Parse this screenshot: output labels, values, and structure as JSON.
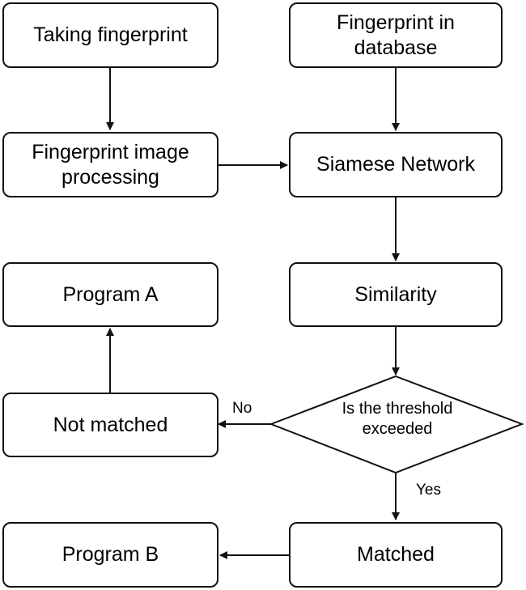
{
  "nodes": {
    "taking_fingerprint": "Taking fingerprint",
    "fingerprint_in_database": "Fingerprint in\ndatabase",
    "image_processing": "Fingerprint image\nprocessing",
    "siamese_network": "Siamese Network",
    "program_a": "Program A",
    "similarity": "Similarity",
    "not_matched": "Not matched",
    "threshold_decision": "Is the threshold\nexceeded",
    "program_b": "Program B",
    "matched": "Matched"
  },
  "edge_labels": {
    "no": "No",
    "yes": "Yes"
  }
}
